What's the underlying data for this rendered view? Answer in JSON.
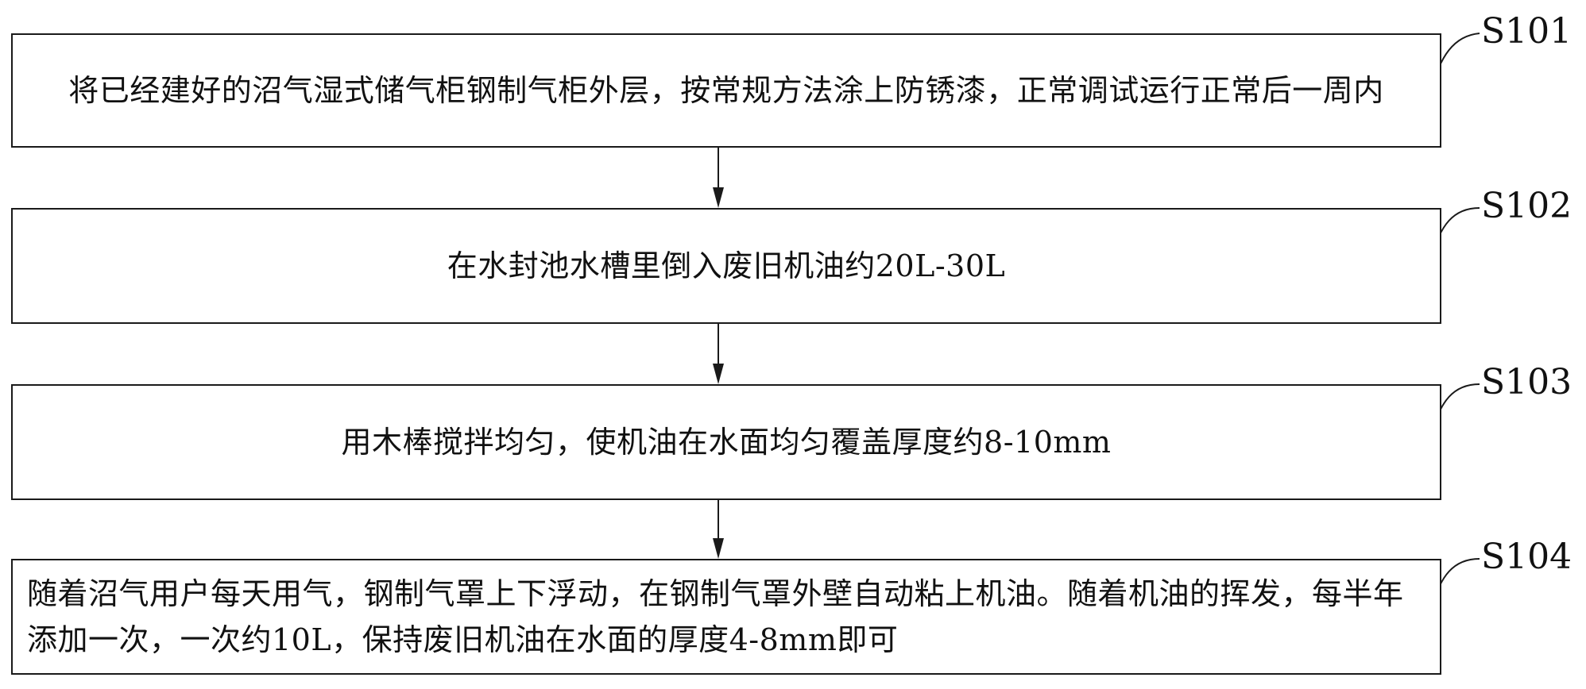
{
  "steps": [
    {
      "id": "S101",
      "label": "S101",
      "text": "将已经建好的沼气湿式储气柜钢制气柜外层，按常规方法涂上防锈漆，正常调试运行正常后一周内"
    },
    {
      "id": "S102",
      "label": "S102",
      "text": "在水封池水槽里倒入废旧机油约20L-30L"
    },
    {
      "id": "S103",
      "label": "S103",
      "text": "用木棒搅拌均匀，使机油在水面均匀覆盖厚度约8-10mm"
    },
    {
      "id": "S104",
      "label": "S104",
      "text": "随着沼气用户每天用气，钢制气罩上下浮动，在钢制气罩外壁自动粘上机油。随着机油的挥发，每半年添加一次，一次约10L，保持废旧机油在水面的厚度4-8mm即可"
    }
  ],
  "colors": {
    "stroke": "#1a1a1a",
    "text": "#111111",
    "background": "#ffffff"
  }
}
